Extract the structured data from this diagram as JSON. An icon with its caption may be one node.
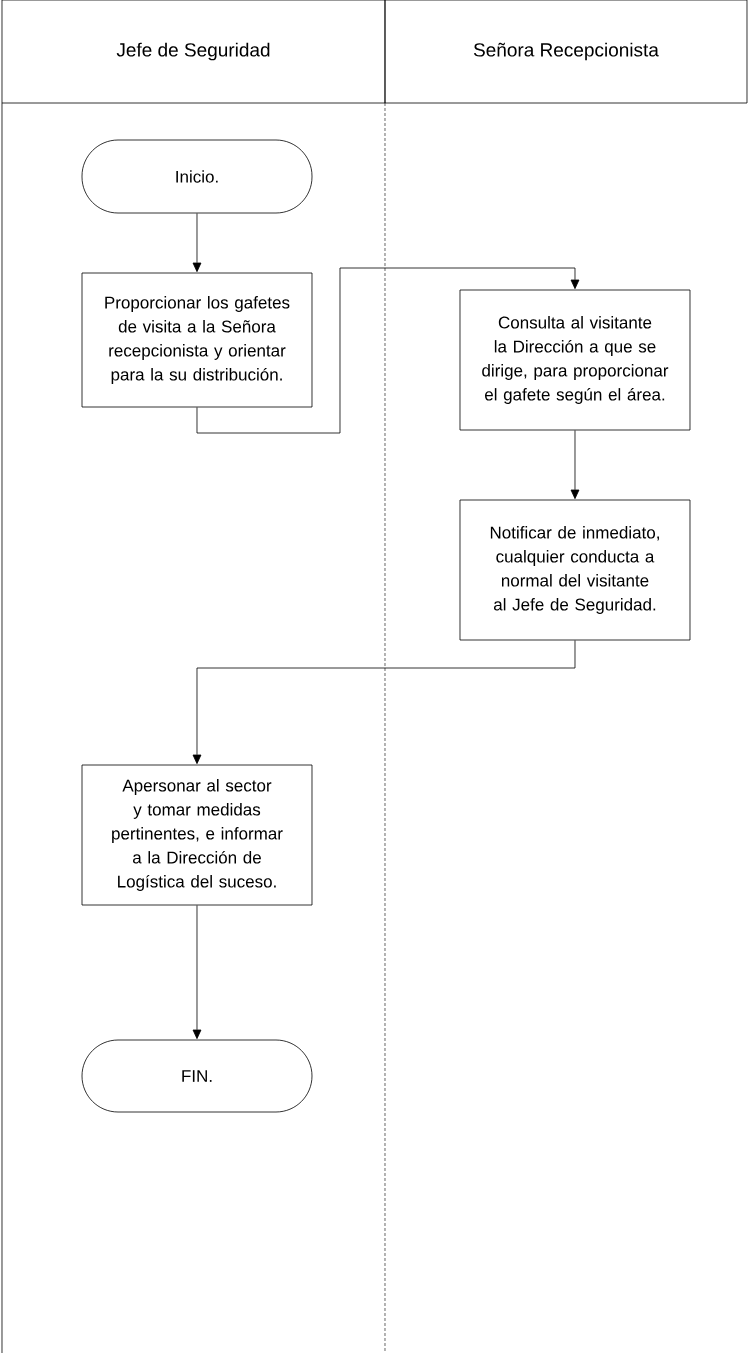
{
  "diagram": {
    "nodes": [
      {
        "text": [
          "Jefe de Seguridad"
        ]
      },
      {
        "text": [
          "Señora Recepcionista"
        ]
      },
      {
        "text": [
          "Inicio."
        ],
        "in": 0
      },
      {
        "text": [
          "Proporcionar los gafetes de visita a la Señora recepcionista y orientar para la su distribución."
        ],
        "in": 0
      },
      {
        "text": [
          "Consulta al visitante la Dirección a que se dirige, para proporcionar el gafete según el área."
        ],
        "in": 1
      },
      {
        "text": [
          "Notificar de inmediato, cualquier conducta a normal del visitante al Jefe de Seguridad."
        ],
        "in": 1
      },
      {
        "text": [
          "Apersonar al sector y tomar medidas pertinentes, e informar a la Dirección de Logística del suceso."
        ],
        "in": 0
      },
      {
        "text": [
          "FIN."
        ],
        "in": 0
      }
    ],
    "edges": [
      {
        "from": 2,
        "to": 3,
        "arrow": "to"
      },
      {
        "from": 3,
        "to": 4,
        "arrow": "to"
      },
      {
        "from": 4,
        "to": 5,
        "arrow": "to"
      },
      {
        "from": 5,
        "to": 6,
        "arrow": "to"
      },
      {
        "from": 6,
        "to": 7,
        "arrow": "to"
      }
    ]
  }
}
